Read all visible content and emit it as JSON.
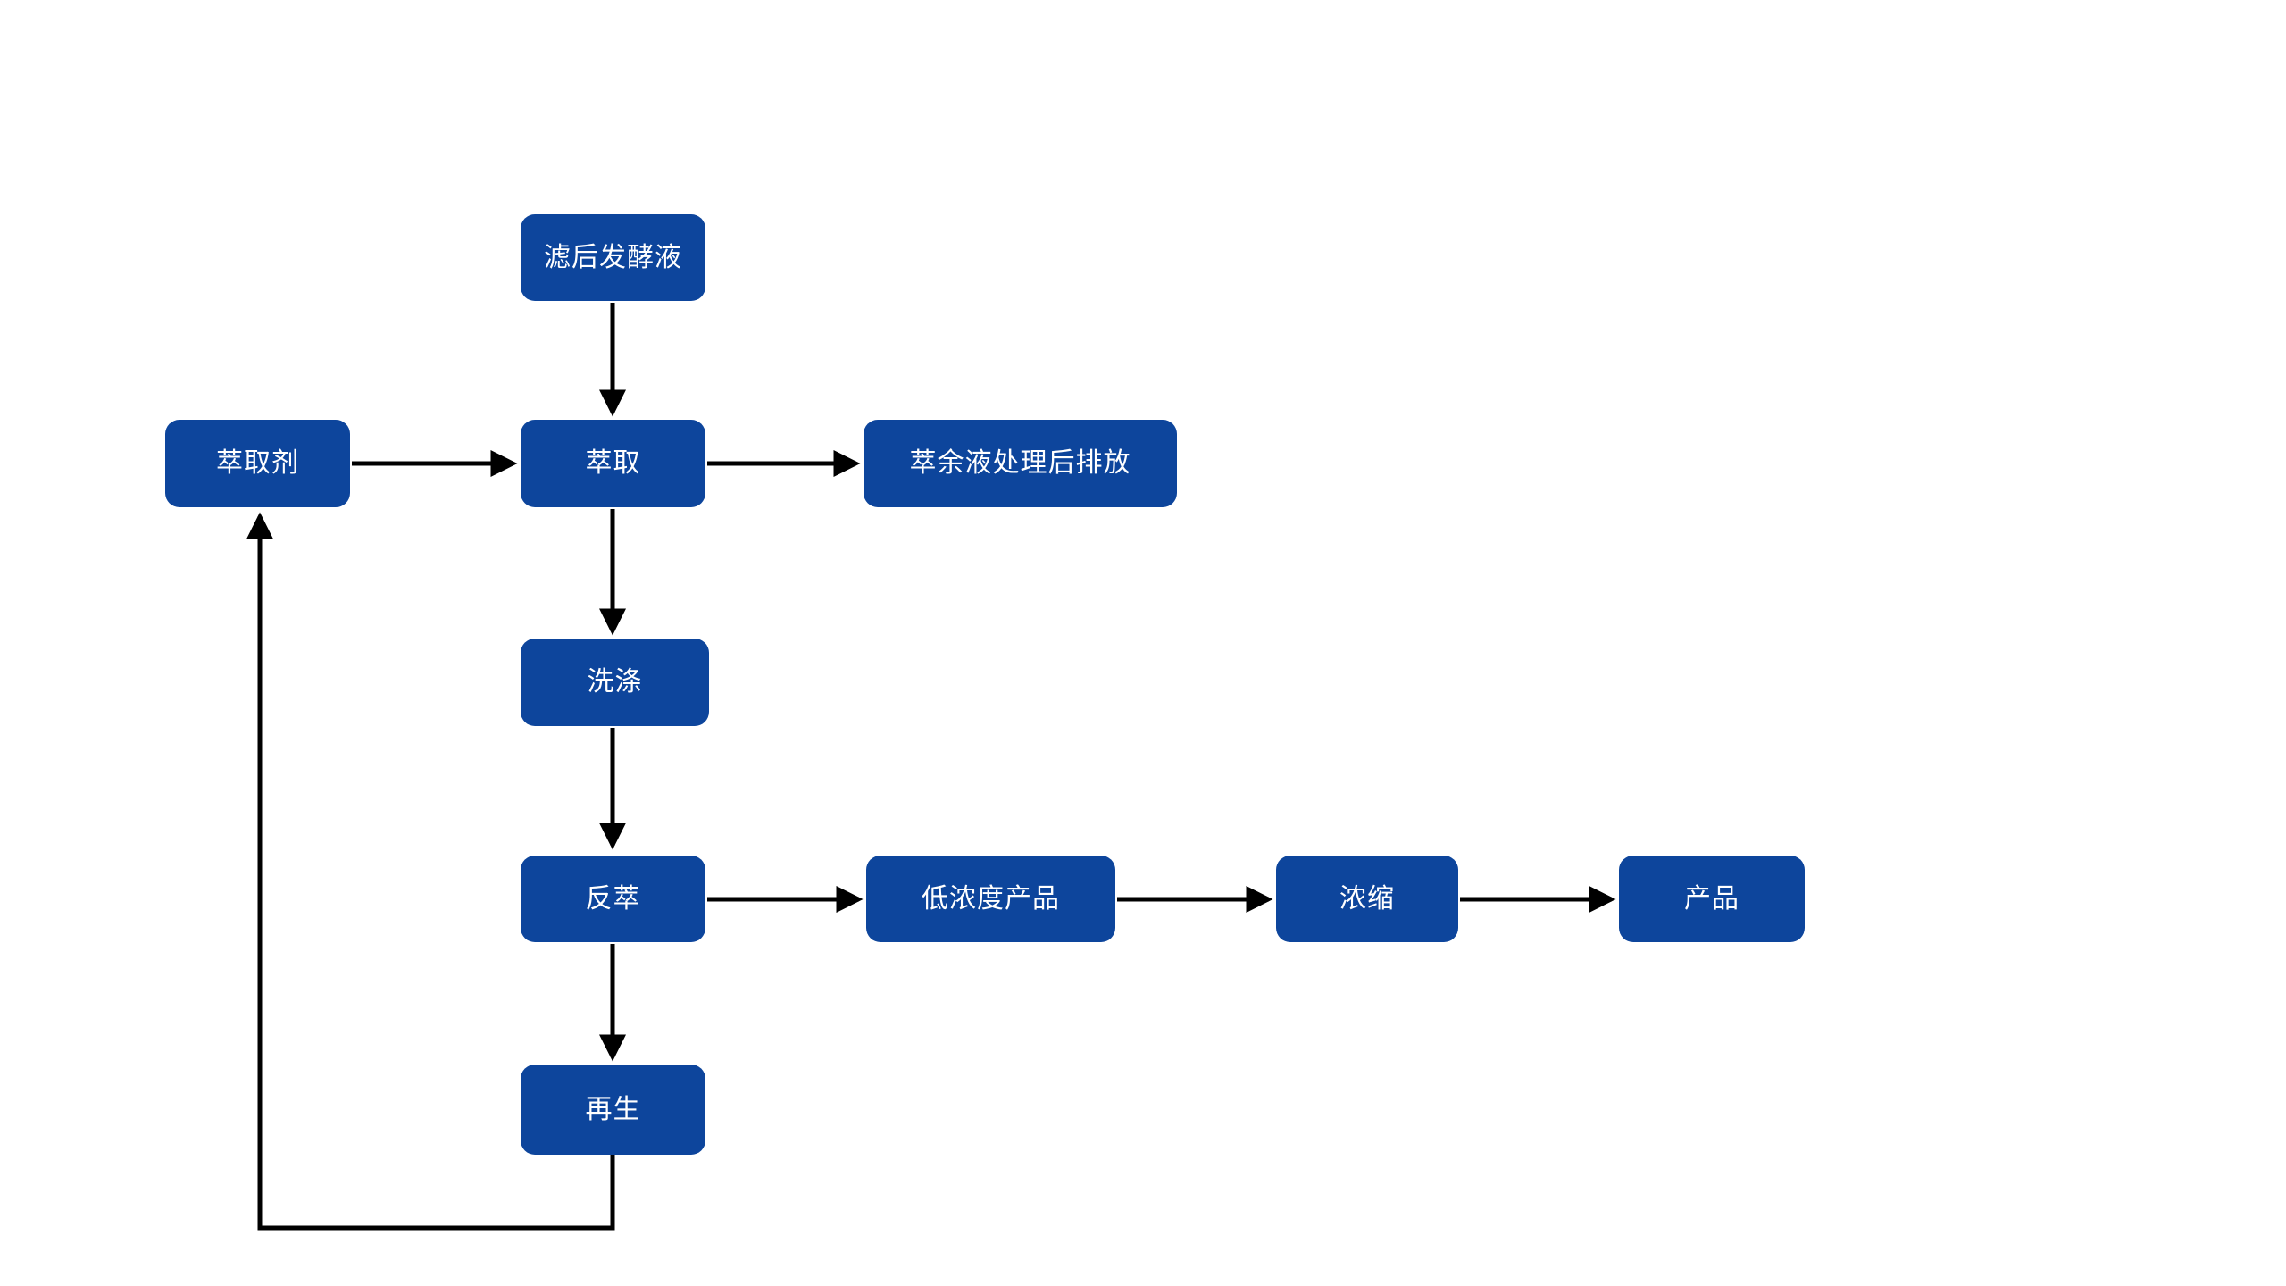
{
  "diagram": {
    "type": "flowchart",
    "background_color": "#ffffff",
    "node_fill_color": "#0d459c",
    "node_text_color": "#ffffff",
    "arrow_color": "#000000",
    "nodes": [
      {
        "id": "filtered-fermentation-broth",
        "label": "滤后发酵液"
      },
      {
        "id": "extractant",
        "label": "萃取剂"
      },
      {
        "id": "extraction",
        "label": "萃取"
      },
      {
        "id": "raffinate-treated-discharge",
        "label": "萃余液处理后排放"
      },
      {
        "id": "washing",
        "label": "洗涤"
      },
      {
        "id": "back-extraction",
        "label": "反萃"
      },
      {
        "id": "low-concentration-product",
        "label": "低浓度产品"
      },
      {
        "id": "concentration",
        "label": "浓缩"
      },
      {
        "id": "product",
        "label": "产品"
      },
      {
        "id": "regeneration",
        "label": "再生"
      }
    ],
    "edges": [
      {
        "from": "滤后发酵液",
        "to": "萃取",
        "style": "arrow"
      },
      {
        "from": "萃取剂",
        "to": "萃取",
        "style": "arrow"
      },
      {
        "from": "萃取",
        "to": "萃余液处理后排放",
        "style": "arrow"
      },
      {
        "from": "萃取",
        "to": "洗涤",
        "style": "arrow"
      },
      {
        "from": "洗涤",
        "to": "反萃",
        "style": "arrow"
      },
      {
        "from": "反萃",
        "to": "低浓度产品",
        "style": "arrow"
      },
      {
        "from": "低浓度产品",
        "to": "浓缩",
        "style": "arrow"
      },
      {
        "from": "浓缩",
        "to": "产品",
        "style": "arrow"
      },
      {
        "from": "反萃",
        "to": "再生",
        "style": "arrow"
      },
      {
        "from": "再生",
        "to": "萃取剂",
        "style": "elbow-arrow-feedback-loop"
      }
    ]
  }
}
